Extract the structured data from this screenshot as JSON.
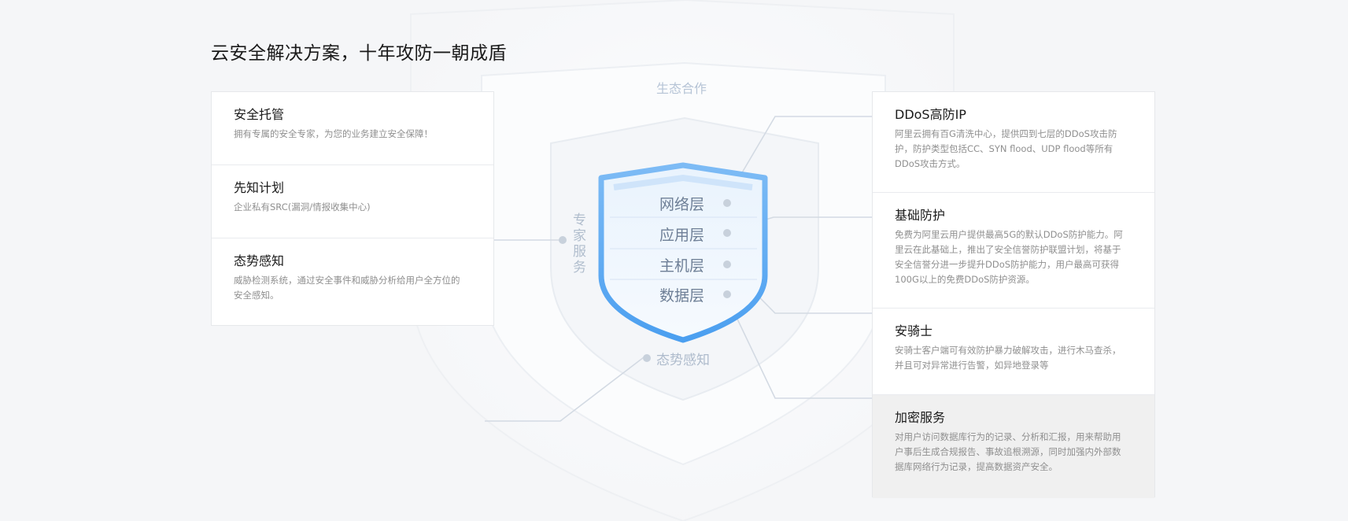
{
  "title": "云安全解决方案，十年攻防一朝成盾",
  "left_cards": [
    {
      "title": "安全托管",
      "desc": "拥有专属的安全专家，为您的业务建立安全保障！"
    },
    {
      "title": "先知计划",
      "desc": "企业私有SRC(漏洞/情报收集中心)"
    },
    {
      "title": "态势感知",
      "desc_lines": [
        "威胁检测系统，通过安全事件和威胁分析给用户全方位的",
        "安全感知。"
      ]
    }
  ],
  "right_cards": [
    {
      "title": "DDoS高防IP",
      "desc_lines": [
        "阿里云拥有百G清洗中心，提供四到七层的DDoS攻击防",
        "护，防护类型包括CC、SYN flood、UDP flood等所有",
        "DDoS攻击方式。"
      ]
    },
    {
      "title": "基础防护",
      "desc_lines": [
        "免费为阿里云用户提供最高5G的默认DDoS防护能力。阿",
        "里云在此基础上，推出了安全信誉防护联盟计划，将基于",
        "安全信誉分进一步提升DDoS防护能力，用户最高可获得",
        "100G以上的免费DDoS防护资源。"
      ]
    },
    {
      "title": "安骑士",
      "desc_lines": [
        "安骑士客户端可有效防护暴力破解攻击，进行木马查杀，",
        "并且可对异常进行告警，如异地登录等"
      ]
    },
    {
      "title": "加密服务",
      "desc_lines": [
        "对用户访问数据库行为的记录、分析和汇报，用来帮助用",
        "户事后生成合规报告、事故追根溯源，同时加强内外部数",
        "据库网络行为记录，提高数据资产安全。"
      ],
      "active": true
    }
  ],
  "shield": {
    "layers": [
      "网络层",
      "应用层",
      "主机层",
      "数据层"
    ],
    "outer_top": "生态合作",
    "outer_bottom": "态势感知",
    "side": [
      "专",
      "家",
      "服",
      "务"
    ]
  },
  "colors": {
    "accent": "#5aa7f0",
    "line": "#d7dde5",
    "dot": "#c8d0da"
  }
}
